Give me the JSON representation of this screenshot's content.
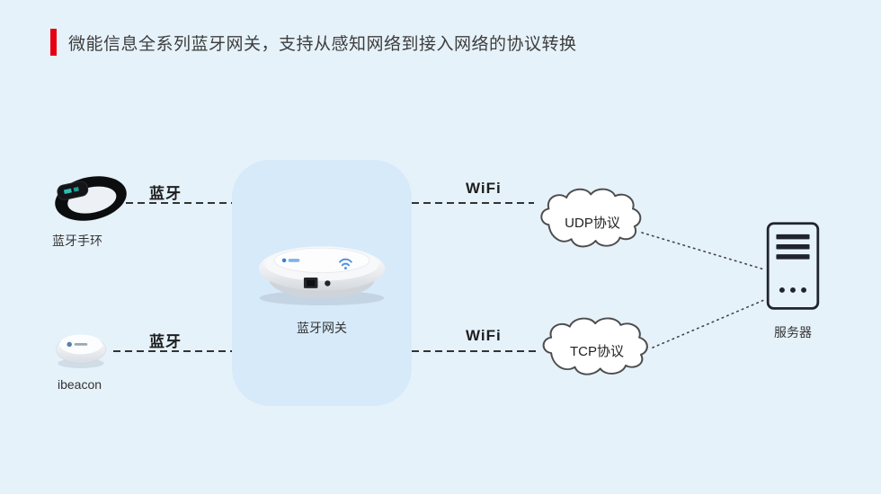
{
  "page": {
    "background_color": "#e6f2fa"
  },
  "header": {
    "accent_color": "#e60012",
    "title": "微能信息全系列蓝牙网关，支持从感知网络到接入网络的协议转换"
  },
  "diagram": {
    "bracelet": {
      "label": "蓝牙手环"
    },
    "ibeacon": {
      "label": "ibeacon"
    },
    "gateway": {
      "label": "蓝牙网关"
    },
    "server": {
      "label": "服务器"
    },
    "clouds": {
      "udp": {
        "label": "UDP协议"
      },
      "tcp": {
        "label": "TCP协议"
      }
    },
    "links": {
      "bluetooth_top": {
        "label": "蓝牙"
      },
      "bluetooth_bottom": {
        "label": "蓝牙"
      },
      "wifi_top": {
        "label": "WiFi"
      },
      "wifi_bottom": {
        "label": "WiFi"
      }
    }
  }
}
